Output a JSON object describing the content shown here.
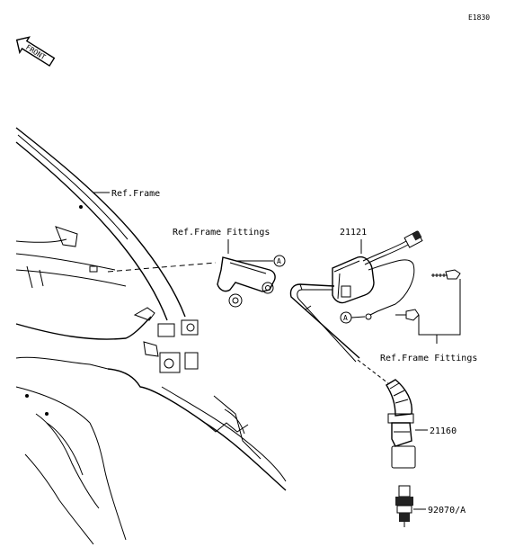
{
  "figure_id": "E1830",
  "front_badge": "FRONT",
  "labels": {
    "ref_frame": "Ref.Frame",
    "ref_frame_fittings_top": "Ref.Frame Fittings",
    "ref_frame_fittings_bottom": "Ref.Frame Fittings",
    "part_21121": "21121",
    "part_21160": "21160",
    "part_92070": "92070/A"
  },
  "callouts": {
    "a_top": "A",
    "a_bottom": "A"
  }
}
